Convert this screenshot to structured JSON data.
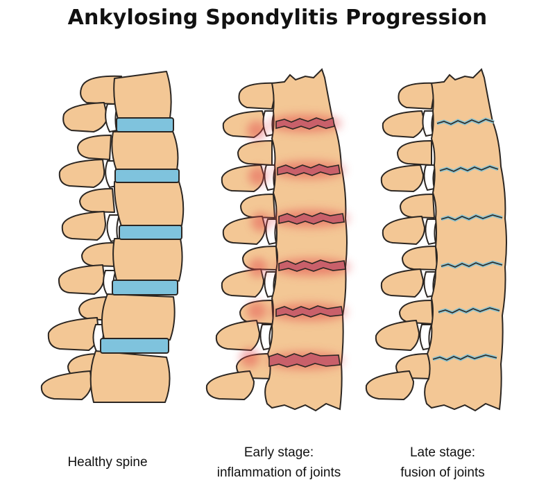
{
  "title": "Ankylosing Spondylitis Progression",
  "panels": [
    {
      "caption_line1": "Healthy spine",
      "caption_line2": ""
    },
    {
      "caption_line1": "Early stage:",
      "caption_line2": "inflammation of joints"
    },
    {
      "caption_line1": "Late stage:",
      "caption_line2": "fusion of joints"
    }
  ],
  "colors": {
    "bone": "#f3c795",
    "disc": "#7fc3dd",
    "inflammation": "#e2474a",
    "fused_joint": "#8cc3cf",
    "outline": "#2b2622"
  }
}
